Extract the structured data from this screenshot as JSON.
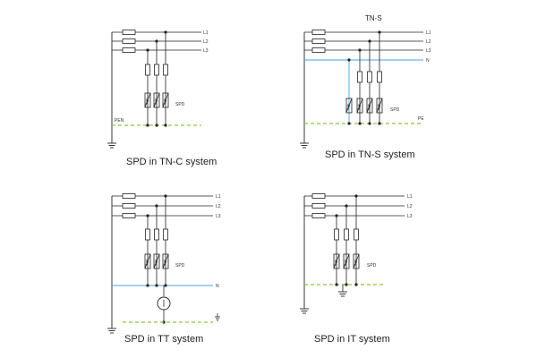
{
  "diagrams": {
    "tnc": {
      "caption": "SPD in TN-C system",
      "line_labels": [
        "L1",
        "L2",
        "L3"
      ],
      "spd_label": "SPD",
      "ground_bus_label": "PEN"
    },
    "tns": {
      "title": "TN-S",
      "caption": "SPD in TN-S system",
      "line_labels": [
        "L1",
        "L2",
        "L3"
      ],
      "neutral_label": "N",
      "spd_label": "SPD",
      "ground_bus_label": "PE"
    },
    "tt": {
      "caption": "SPD in TT system",
      "line_labels": [
        "L1",
        "L2",
        "L3"
      ],
      "neutral_label": "N",
      "spd_label": "SPD"
    },
    "it": {
      "caption": "SPD in IT system",
      "line_labels": [
        "L1",
        "L2",
        "L3"
      ],
      "spd_label": "SPD"
    }
  },
  "colors": {
    "phase_line": "#7a7a7a",
    "neutral_line": "#4aa3d8",
    "pe_line": "#8cc63f",
    "pe_dash": "#e8c21a",
    "wire": "#222222"
  }
}
